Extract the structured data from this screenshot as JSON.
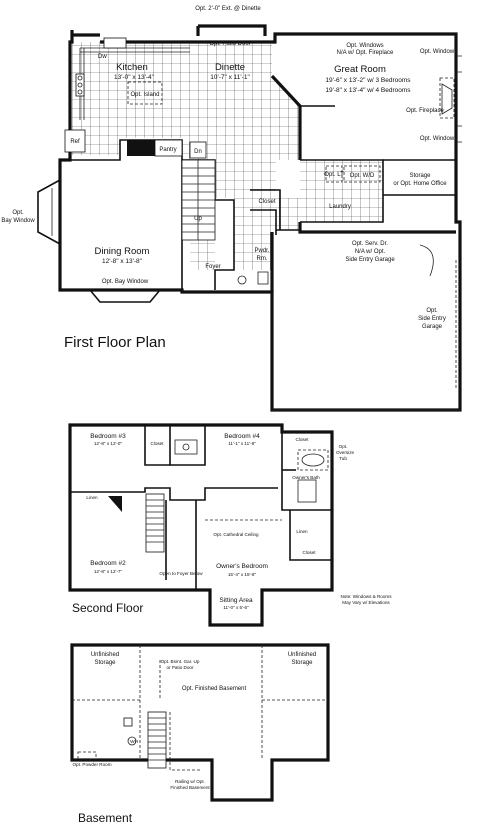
{
  "first_floor": {
    "title": "First Floor Plan",
    "opt_ext": "Opt. 2'-0\" Ext. @ Dinette",
    "patio_door": "Opt. Patio Door",
    "kitchen": {
      "name": "Kitchen",
      "dims": "13'-0\" x 13'-4\""
    },
    "dw": "Dw",
    "opt_island": "Opt. Island",
    "ref": "Ref",
    "pantry": "Pantry",
    "dn": "Dn",
    "up": "Up",
    "dinette": {
      "name": "Dinette",
      "dims": "10'-7\" x 11'-1\""
    },
    "great_room": {
      "opt_windows_1": "Opt. Windows",
      "opt_windows_2": "N/A w/ Opt. Fireplace",
      "name": "Great Room",
      "dims_3br": "19'-6\" x 13'-2\" w/ 3 Bedrooms",
      "dims_4br": "19'-8\" x 13'-4\" w/ 4 Bedrooms"
    },
    "opt_window": "Opt. Window",
    "opt_fireplace": "Opt. Fireplace",
    "opt_lt": "Opt. LT",
    "opt_wd": "Opt. W/D",
    "laundry": "Laundry",
    "closet": "Closet",
    "storage_1": "Storage",
    "storage_2": "or Opt. Home Office",
    "bay_window_1": "Opt.",
    "bay_window_2": "Bay Window",
    "dining_room": {
      "name": "Dining Room",
      "dims": "12'-8\" x 13'-8\""
    },
    "bottom_bay": "Opt. Bay Window",
    "foyer": "Foyer",
    "pwdr_1": "Pwdr.",
    "pwdr_2": "Rm.",
    "sev_dr_1": "Opt. Serv. Dr.",
    "sev_dr_2": "N/A w/ Opt.",
    "sev_dr_3": "Side Entry Garage",
    "side_entry_1": "Opt.",
    "side_entry_2": "Side Entry",
    "side_entry_3": "Garage"
  },
  "second_floor": {
    "title": "Second Floor",
    "bedroom3": {
      "name": "Bedroom #3",
      "dims": "12'-8\" x 12'-0\""
    },
    "bedroom4": {
      "name": "Bedroom #4",
      "dims": "11'-1\" x 11'-8\""
    },
    "bedroom2": {
      "name": "Bedroom #2",
      "dims": "12'-8\" x 12'-7\""
    },
    "owners": {
      "name": "Owner's Bedroom",
      "dims": "15'-4\" x 15'-8\""
    },
    "sitting": {
      "name": "Sitting Area",
      "dims": "11'-0\" x 5'-6\""
    },
    "closet": "Closet",
    "opt_overs_1": "Opt.",
    "opt_overs_2": "Oversize",
    "opt_overs_3": "Tub",
    "owners_bath": "Owner's Bath",
    "linen": "Linen",
    "cathedral": "Opt. Cathedral Ceiling",
    "open_foyer": "Open to Foyer Below",
    "note_1": "Note: Windows & Rooms",
    "note_2": "May Vary w/ Elevations"
  },
  "basement": {
    "title": "Basement",
    "unfinished_1": "Unfinished",
    "unfinished_2": "Storage",
    "opt_bsmt_garage_1": "Opt. Bsmt. Gar. Up",
    "opt_bsmt_garage_2": "or Patio Door",
    "finished": "Opt. Finished Basement",
    "railing_1": "Railing w/ Opt.",
    "railing_2": "Finished Basement",
    "powder_room": "Opt. Powder Room",
    "wh": "WH"
  }
}
